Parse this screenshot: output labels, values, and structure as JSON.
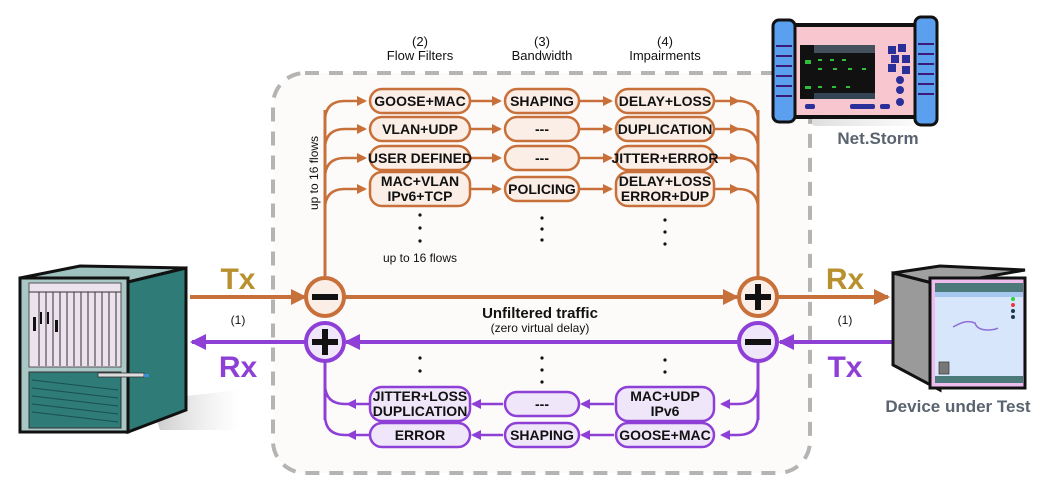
{
  "colors": {
    "tx_path": "#c8703a",
    "rx_path": "#8e3fd6",
    "tx_label": "#b8902e",
    "rx_label": "#8e3fd6",
    "tx_pill_fill": "#faeee6",
    "rx_pill_fill": "#efe6fa",
    "dashed_border": "#b4b4b4",
    "device_label": "#5a6470"
  },
  "headers": [
    {
      "number": "(2)",
      "title": "Flow Filters"
    },
    {
      "number": "(3)",
      "title": "Bandwidth"
    },
    {
      "number": "(4)",
      "title": "Impairments"
    }
  ],
  "tx_flows": [
    {
      "filter": [
        "GOOSE+MAC"
      ],
      "bandwidth": [
        "SHAPING"
      ],
      "impairment": [
        "DELAY+LOSS"
      ]
    },
    {
      "filter": [
        "VLAN+UDP"
      ],
      "bandwidth": [
        "---"
      ],
      "impairment": [
        "DUPLICATION"
      ]
    },
    {
      "filter": [
        "USER DEFINED"
      ],
      "bandwidth": [
        "---"
      ],
      "impairment": [
        "JITTER+ERROR"
      ]
    },
    {
      "filter": [
        "MAC+VLAN",
        "IPv6+TCP"
      ],
      "bandwidth": [
        "POLICING"
      ],
      "impairment": [
        "DELAY+LOSS",
        "ERROR+DUP"
      ]
    }
  ],
  "rx_flows": [
    {
      "filter": [
        "MAC+UDP",
        "IPv6"
      ],
      "bandwidth": [
        "---"
      ],
      "impairment": [
        "JITTER+LOSS",
        "DUPLICATION"
      ]
    },
    {
      "filter": [
        "GOOSE+MAC"
      ],
      "bandwidth": [
        "SHAPING"
      ],
      "impairment": [
        "ERROR"
      ]
    }
  ],
  "labels": {
    "up_to_16_flows_vertical": "up to 16 flows",
    "up_to_16_flows_horizontal": "up to 16 flows",
    "unfiltered_traffic": "Unfiltered traffic",
    "zero_virtual_delay": "(zero virtual delay)",
    "left_tx": "Tx",
    "left_rx": "Rx",
    "left_port": "(1)",
    "right_rx": "Rx",
    "right_tx": "Tx",
    "right_port": "(1)",
    "ellipsis_dot": "·"
  },
  "operators": {
    "tx_split": "−",
    "tx_merge": "+",
    "rx_merge": "+",
    "rx_split": "−"
  },
  "devices": {
    "netstorm": {
      "label": "Net.Storm",
      "icon": "handheld-tester-icon"
    },
    "dut": {
      "label": "Device under Test",
      "icon": "protection-relay-icon"
    },
    "left_equipment": {
      "icon": "rack-chassis-icon"
    }
  }
}
